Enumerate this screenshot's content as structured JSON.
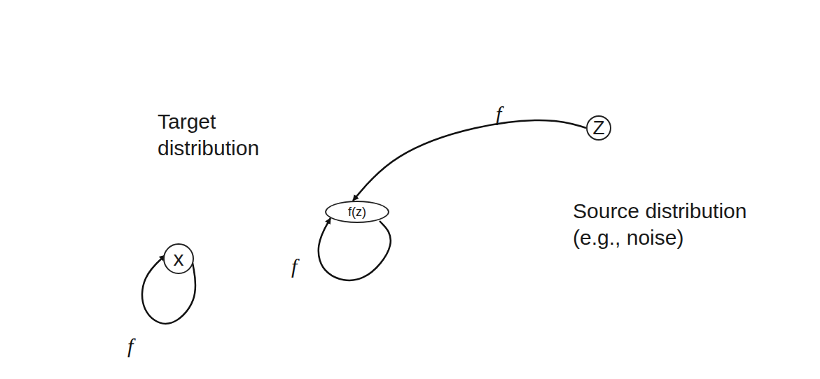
{
  "diagram": {
    "nodes": [
      {
        "text": [
          "Target distribution"
        ]
      },
      {
        "text": [
          "x"
        ],
        "in": 0
      },
      {
        "text": [
          "f(z)"
        ],
        "in": 0
      },
      {
        "text": [
          "Source distribution (e.g., noise)"
        ]
      },
      {
        "text": [
          "Z"
        ],
        "in": 3
      }
    ],
    "edges": [
      {
        "from": 4,
        "to": 2,
        "label": "f",
        "arrow": "to"
      },
      {
        "from": 2,
        "to": 2,
        "label": "f",
        "arrow": "to"
      },
      {
        "from": 1,
        "to": 1,
        "label": "f",
        "arrow": "to"
      }
    ]
  }
}
